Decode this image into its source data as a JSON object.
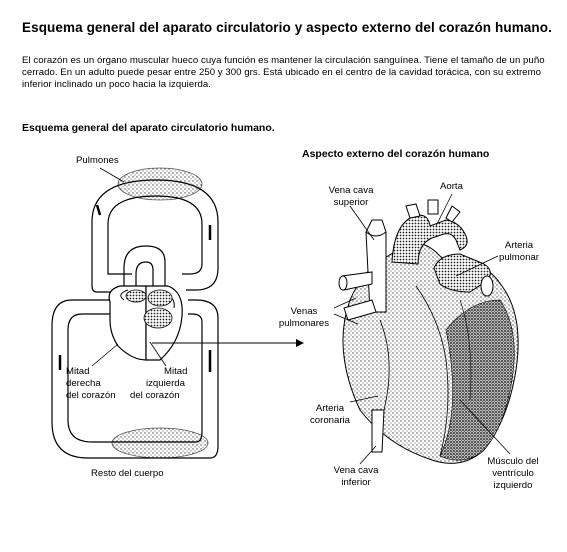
{
  "document": {
    "title": "Esquema general del aparato circulatorio y aspecto externo del corazón humano.",
    "intro": "El corazón es un órgano muscular hueco cuya función es mantener la circulación sanguínea.  Tiene el tamaño de un puño cerrado.  En un adulto puede pesar entre 250 y 300 grs.  Está ubicado en el centro de la cavidad torácica, con su extremo inferior inclinado un poco hacia la izquierda."
  },
  "left_figure": {
    "heading": "Esquema general del aparato circulatorio humano.",
    "labels": {
      "lungs": "Pulmones",
      "right_half_1": "Mitad",
      "right_half_2": "derecha",
      "right_half_3": "del corazón",
      "left_half_1": "Mitad",
      "left_half_2": "izquierda",
      "left_half_3": "del corazón",
      "rest_of_body": "Resto del cuerpo"
    }
  },
  "right_figure": {
    "heading": "Aspecto externo del corazón humano",
    "labels": {
      "vena_cava_sup_1": "Vena cava",
      "vena_cava_sup_2": "superior",
      "aorta": "Aorta",
      "pulm_artery_1": "Arteria",
      "pulm_artery_2": "pulmonar",
      "pulm_veins_1": "Venas",
      "pulm_veins_2": "pulmonares",
      "coronary_1": "Arteria",
      "coronary_2": "coronaria",
      "vena_cava_inf_1": "Vena cava",
      "vena_cava_inf_2": "inferior",
      "muscle_1": "Músculo del",
      "muscle_2": "ventrículo",
      "muscle_3": "izquierdo"
    }
  }
}
